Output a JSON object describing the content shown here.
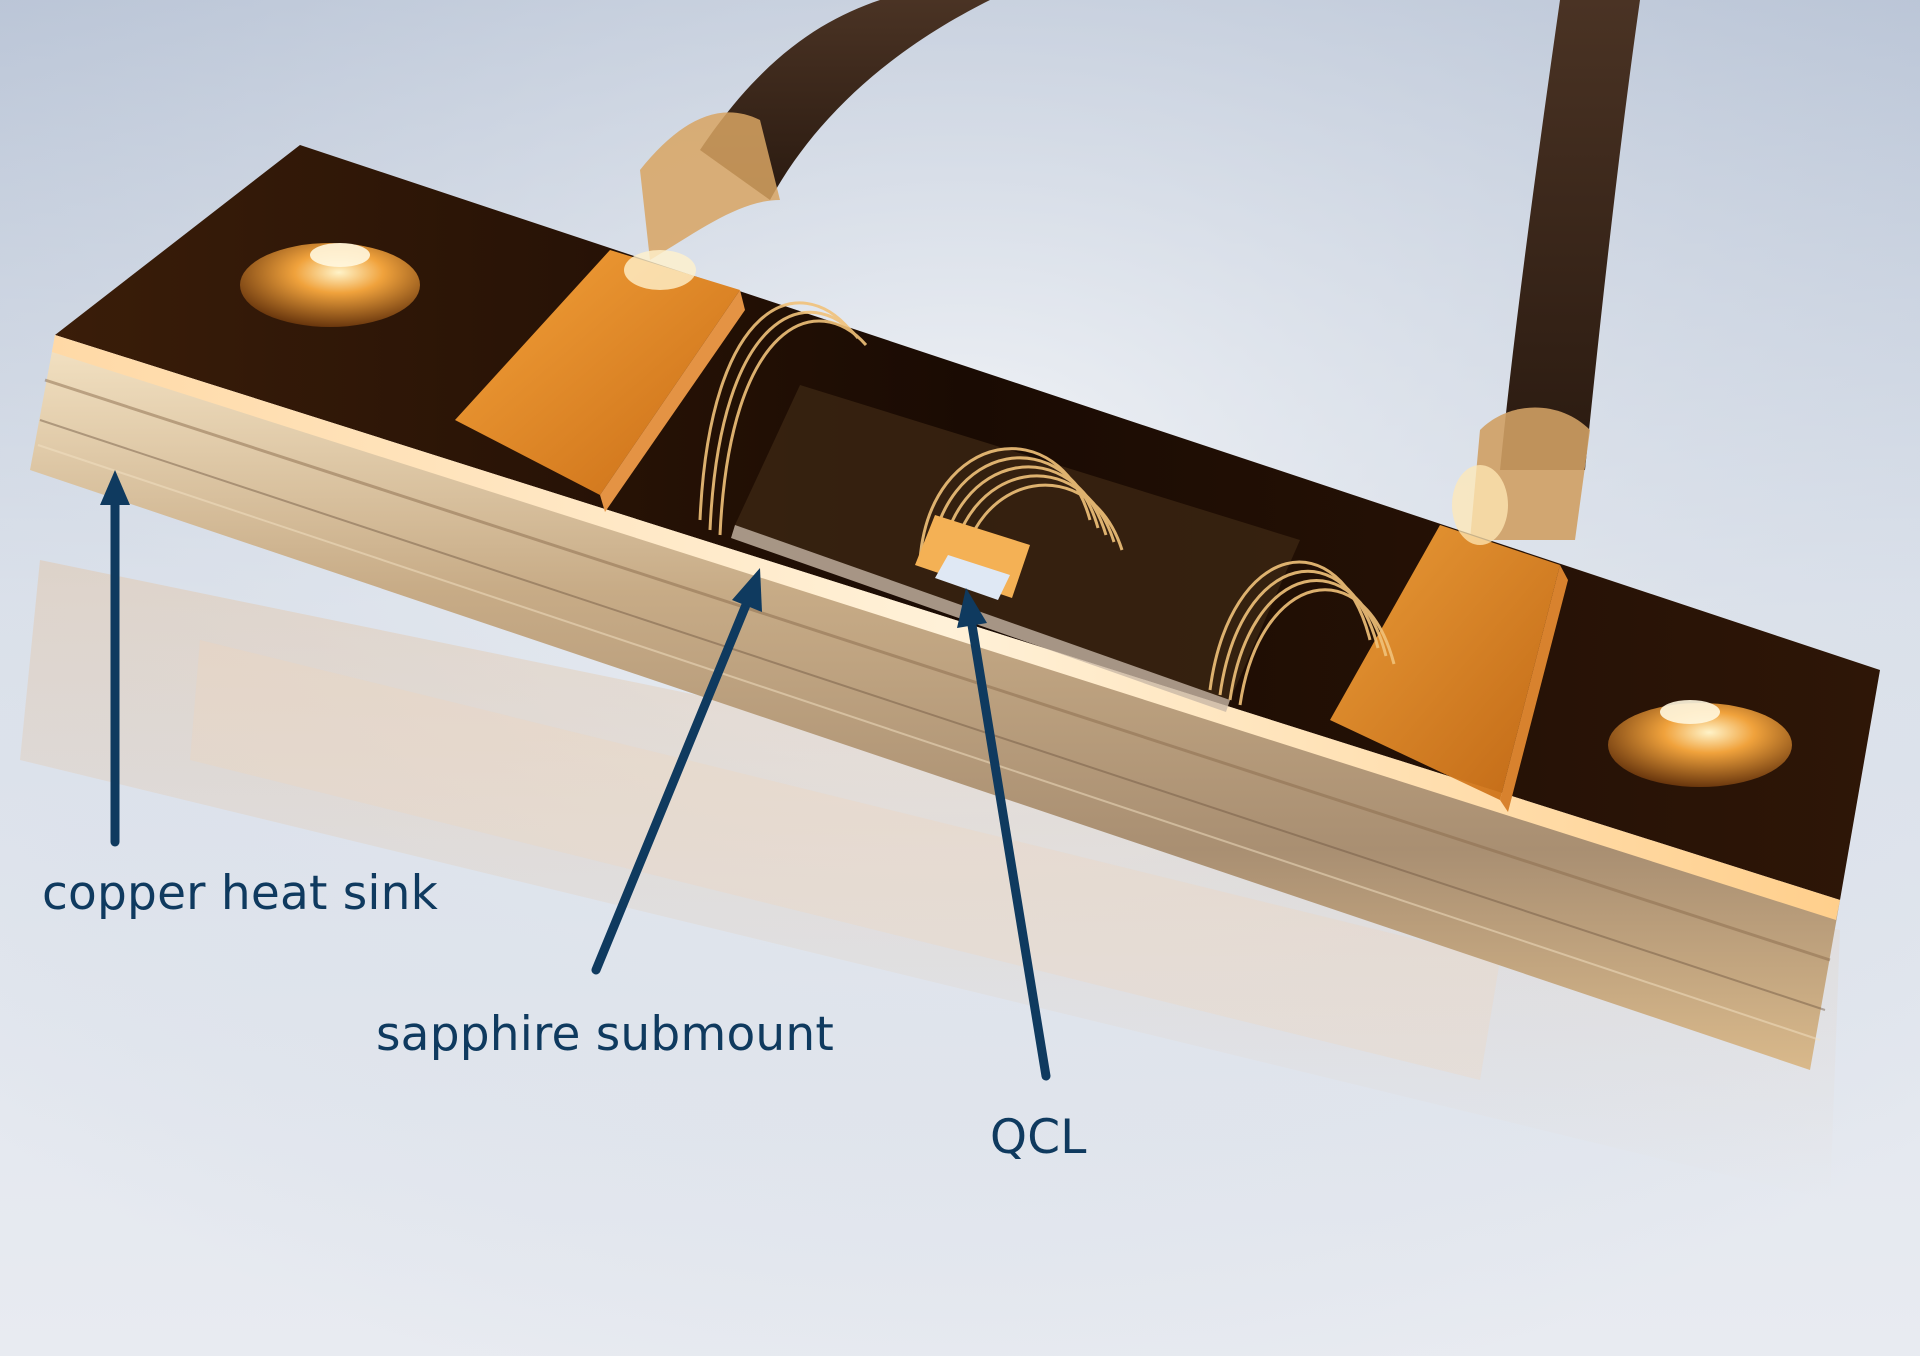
{
  "labels": {
    "heat_sink": "copper heat sink",
    "submount": "sapphire submount",
    "qcl": "QCL"
  },
  "colors": {
    "label_text": "#0f3a5f",
    "arrow": "#0f3a5f",
    "background": "#dfe4ec",
    "copper_gold": "#c8822a"
  }
}
